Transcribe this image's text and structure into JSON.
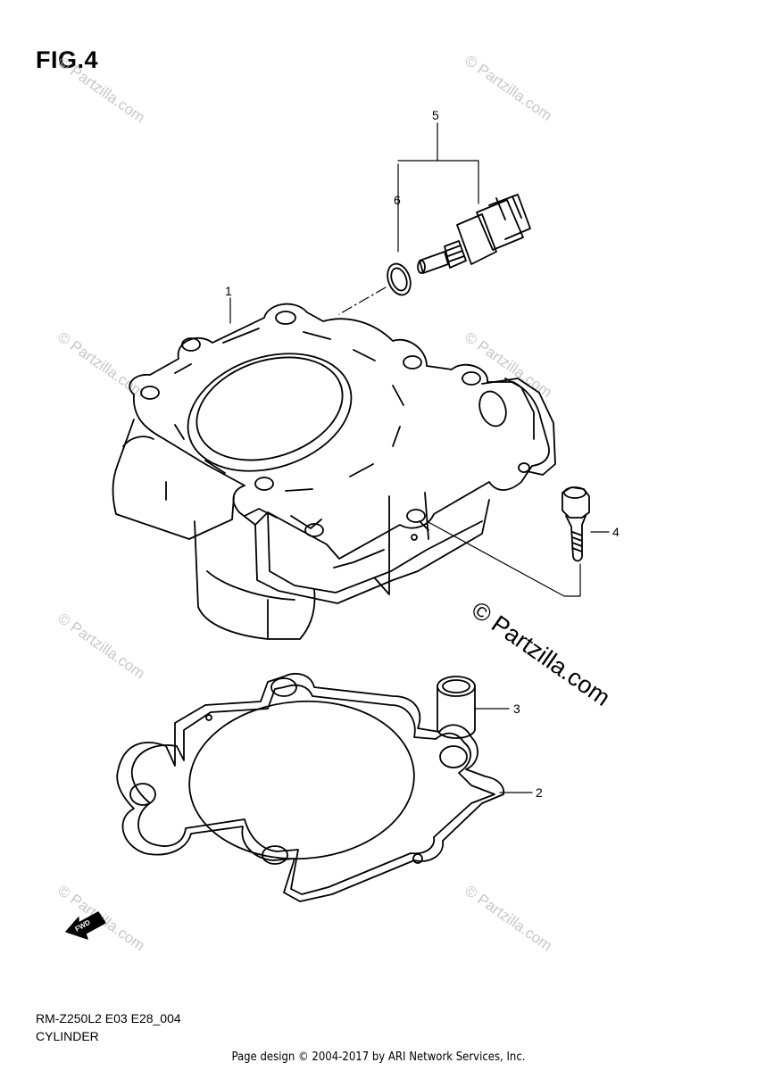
{
  "figure": {
    "title": "FIG.4",
    "model_code": "RM-Z250L2 E03 E28_004",
    "section_name": "CYLINDER"
  },
  "callouts": [
    {
      "number": "1",
      "part": "cylinder"
    },
    {
      "number": "2",
      "part": "cylinder base gasket"
    },
    {
      "number": "3",
      "part": "dowel pin"
    },
    {
      "number": "4",
      "part": "bolt"
    },
    {
      "number": "5",
      "part": "sensor"
    },
    {
      "number": "6",
      "part": "o-ring"
    }
  ],
  "fwd_label": "FWD",
  "watermark": {
    "small": "© Partzilla.com",
    "big": "© Partzilla.com"
  },
  "footer": "Page design © 2004-2017 by ARI Network Services, Inc."
}
